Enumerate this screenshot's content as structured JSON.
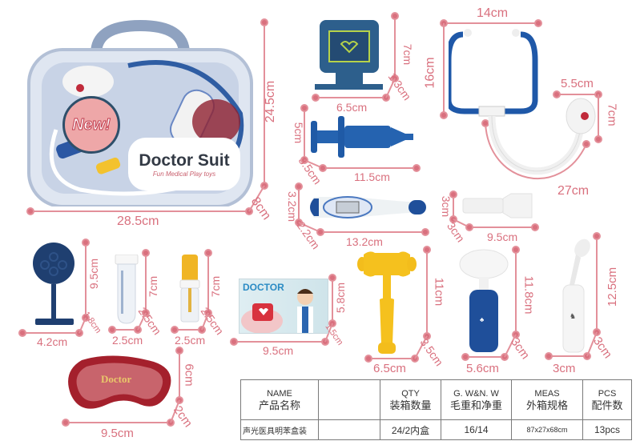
{
  "product": {
    "case": {
      "badge": "New!",
      "brand": "Doctor Suit",
      "tagline": "Fun Medical Play toys",
      "dims": {
        "width": "28.5cm",
        "height": "24.5cm",
        "depth": "8cm"
      }
    },
    "monitor": {
      "dims": {
        "width": "6.5cm",
        "height": "7cm",
        "depth": "1.3cm"
      }
    },
    "stethoscope": {
      "dims": {
        "top_width": "14cm",
        "height": "16cm",
        "chest_width": "5.5cm",
        "chest_height": "7cm",
        "tube_length": "27cm"
      }
    },
    "syringe": {
      "dims": {
        "length": "11.5cm",
        "height": "5cm",
        "depth": "3.5cm"
      }
    },
    "thermometer": {
      "dims": {
        "length": "13.2cm",
        "height": "3.2cm",
        "depth": "2.2cm"
      }
    },
    "flashlight": {
      "dims": {
        "length": "9.5cm",
        "height": "3cm",
        "depth": "3cm"
      }
    },
    "head_mirror": {
      "dims": {
        "width": "4.2cm",
        "height": "9.5cm",
        "depth": "1.8cm"
      }
    },
    "test_tube": {
      "dims": {
        "width": "2.5cm",
        "height": "7cm",
        "depth": "2.5cm"
      }
    },
    "dropper_bottle": {
      "dims": {
        "width": "2.5cm",
        "height": "7cm",
        "depth": "2.5cm"
      }
    },
    "card": {
      "title": "DOCTOR",
      "dims": {
        "width": "9.5cm",
        "height": "5.8cm",
        "depth": "1.5cm"
      }
    },
    "reflex_hammer": {
      "dims": {
        "width": "6.5cm",
        "height": "11cm",
        "depth": "3.5cm"
      }
    },
    "otoscope": {
      "dims": {
        "width": "5.6cm",
        "height": "11.8cm",
        "depth": "3cm"
      }
    },
    "spray_bottle": {
      "dims": {
        "width": "3cm",
        "height": "12.5cm",
        "depth": "3cm"
      }
    },
    "kidney_tray": {
      "label": "Doctor",
      "dims": {
        "width": "9.5cm",
        "height": "6cm",
        "depth": "2cm"
      }
    }
  },
  "spec_table": {
    "headers": [
      {
        "en": "NAME",
        "cn": "产品名称"
      },
      {
        "en": "",
        "cn": ""
      },
      {
        "en": "QTY",
        "cn": "装箱数量"
      },
      {
        "en": "G. W&N. W",
        "cn": "毛重和净重"
      },
      {
        "en": "MEAS",
        "cn": "外箱规格"
      },
      {
        "en": "PCS",
        "cn": "配件数"
      }
    ],
    "row": {
      "name": "声光医具明苯盒装",
      "blank": "",
      "qty": "24/2内盒",
      "weight": "16/14",
      "meas": "87x27x68cm",
      "pcs": "13pcs"
    }
  },
  "colors": {
    "dimension": "#d9707e",
    "navy": "#1f4f8c",
    "yellow": "#f0b820",
    "red_tray": "#9c1a24",
    "table_border": "#7a7a7a"
  }
}
